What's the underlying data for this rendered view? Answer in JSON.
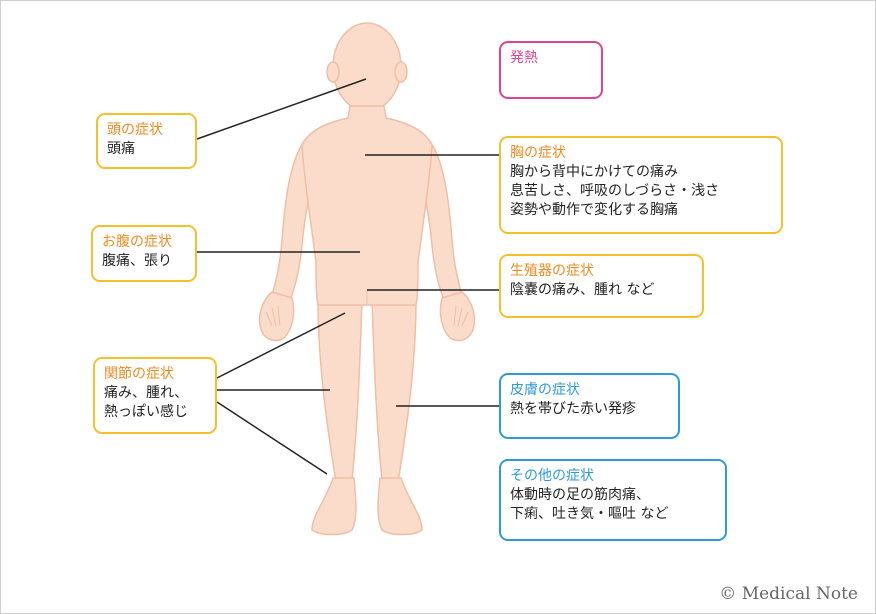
{
  "fever": {
    "title": "発熱"
  },
  "head": {
    "title": "頭の症状",
    "lines": [
      "頭痛"
    ]
  },
  "chest": {
    "title": "胸の症状",
    "lines": [
      "胸から背中にかけての痛み",
      "息苦しさ、呼吸のしづらさ・浅さ",
      "姿勢や動作で変化する胸痛"
    ]
  },
  "abdomen": {
    "title": "お腹の症状",
    "lines": [
      "腹痛、張り"
    ]
  },
  "genital": {
    "title": "生殖器の症状",
    "lines": [
      "陰嚢の痛み、腫れ など"
    ]
  },
  "joints": {
    "title": "関節の症状",
    "lines": [
      "痛み、腫れ、",
      "熱っぽい感じ"
    ]
  },
  "skin": {
    "title": "皮膚の症状",
    "lines": [
      "熱を帯びた赤い発疹"
    ]
  },
  "other": {
    "title": "その他の症状",
    "lines": [
      "体動時の足の筋肉痛、",
      "下痢、吐き気・嘔吐 など"
    ]
  },
  "copyright": "© Medical Note",
  "colors": {
    "yellow_border": "#f6c02c",
    "yellow_title": "#f08a1f",
    "blue": "#2f9bd6",
    "pink": "#e0438f",
    "skin": "#fbdccb",
    "skin_outline": "#eebfa6"
  }
}
